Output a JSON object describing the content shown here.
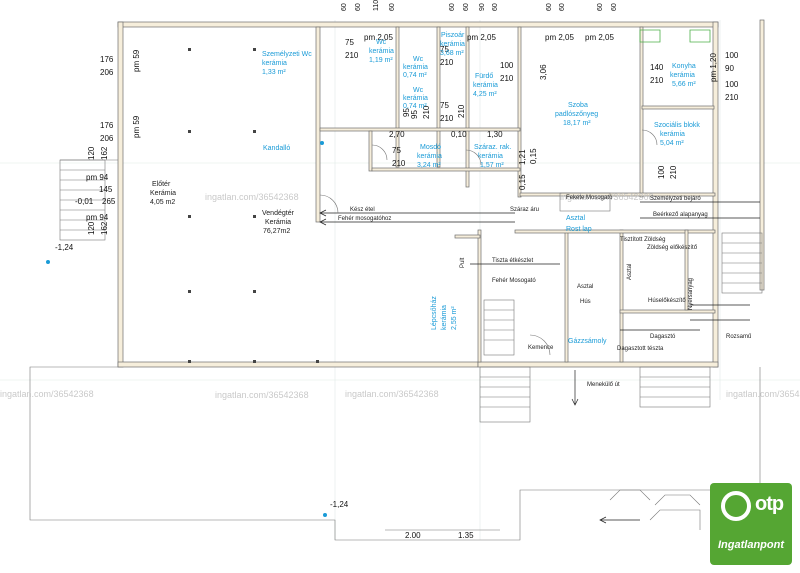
{
  "rooms": {
    "szemelyzeti_wc": {
      "name": "Személyzeti Wc",
      "material": "kerámia",
      "area": "1,33 m²"
    },
    "wc1": {
      "name": "Wc",
      "material": "kerámia",
      "area": "1,19 m²"
    },
    "wc2": {
      "name": "Wc",
      "material": "kerámia",
      "area": "0,74 m²"
    },
    "wc3": {
      "name": "Wc",
      "material": "kerámia",
      "area": "0,74 m²"
    },
    "piszoar": {
      "name": "Piszoár",
      "material": "kerámia",
      "area": "3,68 m²"
    },
    "furdo": {
      "name": "Fürdő",
      "material": "kerámia",
      "area": "4,25 m²"
    },
    "szoba": {
      "name": "Szoba",
      "material": "padlószőnyeg",
      "area": "18,17 m²"
    },
    "konyha": {
      "name": "Konyha",
      "material": "kerámia",
      "area": "5,66 m²"
    },
    "szocialis": {
      "name": "Szociális blokk",
      "material": "kerámia",
      "area": "5,04 m²"
    },
    "mosdo": {
      "name": "Mosdó",
      "material": "kerámia",
      "area": "3,24 m²"
    },
    "szaraz_rakt": {
      "name": "Száraz. rak.",
      "material": "kerámia",
      "area": "1,57 m²"
    },
    "eloter": {
      "name": "Előtér",
      "material": "Kerámia",
      "area": "4,05 m2"
    },
    "vendegter": {
      "name": "Vendégtér",
      "material": "Kerámia",
      "area": "76,27m2"
    },
    "lepcsohaz": {
      "name": "Lépcsőház",
      "material": "kerámia",
      "area": "2,55 m²"
    },
    "kandallo": "Kandalló",
    "asztal": "Asztal",
    "rost_lap": "Rost lap",
    "gazzsamoly": "Gázzsámoly"
  },
  "labels": {
    "kesz_etel": "Kész étel",
    "feher_mosogatohoz": "Fehér mosogatóhoz",
    "szaraz_aru": "Száraz áru",
    "fekete_mosogato": "Fekete Mosogató",
    "szemelyzeti_bejaro": "Személyzeti bejáró",
    "beerkezo_alapanyag": "Beérkező alapanyag",
    "tisztitott_zoldseg": "Tisztított Zöldség",
    "zoldseg_elokeszito": "Zöldség előkészítő",
    "tiszta_etkeszlet": "Tiszta étkészlet",
    "feher_mosogato": "Fehér Mosogató",
    "asztal_small": "Asztal",
    "asztal_v": "Asztal",
    "hus": "Hús",
    "huselokeszito": "Húselőkészítő",
    "dagaszto": "Dagasztó",
    "dagasztott_teszta": "Dagasztott tészta",
    "kemence": "Kemence",
    "menekulo_ut": "Menekülő út",
    "pult": "Pult",
    "nyersanyag": "Nyersanyag",
    "rozsamu": "Rozsamű"
  },
  "dimensions": {
    "top_60_a": "60",
    "top_60_b": "60",
    "top_110": "110",
    "top_60_c": "60",
    "top_60_d": "60",
    "top_60_e": "60",
    "top_90": "90",
    "top_60_f": "60",
    "top_60_g": "60",
    "top_60_h": "60",
    "top_60_i": "60",
    "top_60_j": "60",
    "pm205_a": "pm 2,05",
    "pm205_b": "pm 2,05",
    "pm205_c": "pm 2,05",
    "pm205_d": "pm 2,05",
    "d75_a": "75",
    "d210_a": "210",
    "d75_b": "75",
    "d210_b": "210",
    "d100_a": "100",
    "d210_c": "210",
    "d306": "3,06",
    "d140": "140",
    "d210_d": "210",
    "pm120": "pm 1,20",
    "r100_a": "100",
    "r90": "90",
    "r100_b": "100",
    "r210": "210",
    "l176_a": "176",
    "l206_a": "206",
    "pm59_a": "pm 59",
    "l176_b": "176",
    "l206_b": "206",
    "pm59_b": "pm 59",
    "d95_a": "95",
    "d210_e": "210",
    "d75_c": "75",
    "d210_f": "210",
    "d95_b": "95",
    "d210_g": "210",
    "d270": "2,70",
    "d010": "0,10",
    "d130": "1,30",
    "d75_d": "75",
    "d210_h": "210",
    "d1210": "1,21",
    "d015_a": "0,15",
    "d015_b": "0,15",
    "d100_c": "100",
    "d210_i": "210",
    "l120": "120",
    "l162_a": "162",
    "pm94_a": "pm 94",
    "l145": "145",
    "l001": "-0,01",
    "l265": "265",
    "l120_b": "120",
    "pm94_b": "pm 94",
    "l162_b": "162",
    "lvl_a": "-1,24",
    "lvl_b": "-1,24",
    "b200": "2.00",
    "b135": "1.35"
  },
  "watermarks": {
    "wm1": "ingatlan.com/36542368",
    "wm2": "ingatlan.com/36542368",
    "wm3": "ingatlan.com/36542368",
    "wm4": "ingatlan.com/36542368",
    "wm5": "ingatlan.com/36542368",
    "wm6": "ingatlan.com/36542368"
  },
  "logo": {
    "brand": "otp",
    "sub": "Ingatlanpont",
    "color": "#55a633"
  },
  "colors": {
    "room_text": "#1a9bd7",
    "wall_fill": "#f6eedb",
    "logo_green": "#55a633"
  }
}
